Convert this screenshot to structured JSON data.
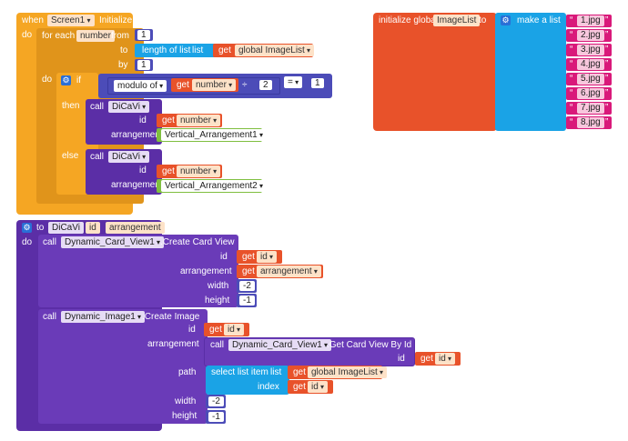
{
  "event": {
    "when": "when",
    "component": "Screen1",
    "event_name": "Initialize",
    "do": "do"
  },
  "foreach": {
    "label": "for each",
    "var": "number",
    "from_label": "from",
    "to_label": "to",
    "by_label": "by",
    "do_label": "do",
    "from": "1",
    "by": "1",
    "length_of_list": "length of list",
    "list_label": "list",
    "get_label": "get",
    "list_var": "global ImageList"
  },
  "ifblock": {
    "if_label": "if",
    "then_label": "then",
    "else_label": "else",
    "modulo": "modulo of",
    "get_label": "get",
    "var": "number",
    "divide": "÷",
    "divisor": "2",
    "equals": "=",
    "compare": "1"
  },
  "call_then": {
    "call": "call",
    "proc": "DiCaVi",
    "id_label": "id",
    "arrangement_label": "arrangement",
    "get_label": "get",
    "id_var": "number",
    "arrangement_value": "Vertical_Arrangement1"
  },
  "call_else": {
    "call": "call",
    "proc": "DiCaVi",
    "id_label": "id",
    "arrangement_label": "arrangement",
    "get_label": "get",
    "id_var": "number",
    "arrangement_value": "Vertical_Arrangement2"
  },
  "globalvar": {
    "label": "initialize global",
    "name": "ImageList",
    "to": "to",
    "make_list": "make a list",
    "items": [
      "1.jpg",
      "2.jpg",
      "3.jpg",
      "4.jpg",
      "5.jpg",
      "6.jpg",
      "7.jpg",
      "8.jpg"
    ]
  },
  "procedure": {
    "to": "to",
    "name": "DiCaVi",
    "param1": "id",
    "param2": "arrangement",
    "do": "do"
  },
  "create_card": {
    "call": "call",
    "component": "Dynamic_Card_View1",
    "method": ".Create Card View",
    "id_label": "id",
    "arrangement_label": "arrangement",
    "width_label": "width",
    "height_label": "height",
    "get_label": "get",
    "id_var": "id",
    "arrangement_var": "arrangement",
    "width": "-2",
    "height": "-1"
  },
  "create_image": {
    "call": "call",
    "component": "Dynamic_Image1",
    "method": ".Create Image",
    "id_label": "id",
    "arrangement_label": "arrangement",
    "path_label": "path",
    "width_label": "width",
    "height_label": "height",
    "get_label": "get",
    "id_var": "id",
    "width": "-2",
    "height": "-1"
  },
  "get_card": {
    "call": "call",
    "component": "Dynamic_Card_View1",
    "method": ".Get Card View By Id",
    "id_label": "id",
    "get_label": "get",
    "id_var": "id"
  },
  "select_item": {
    "label": "select list item",
    "list_label": "list",
    "index_label": "index",
    "get_label": "get",
    "list_var": "global ImageList",
    "index_var": "id"
  },
  "colors": {
    "control": "#f5a623",
    "procedure": "#5b2ea6",
    "list": "#1aa3e6",
    "variable": "#e8522a",
    "math": "#4c4cb8",
    "text": "#d9197a",
    "component": "#7fbf3f"
  }
}
